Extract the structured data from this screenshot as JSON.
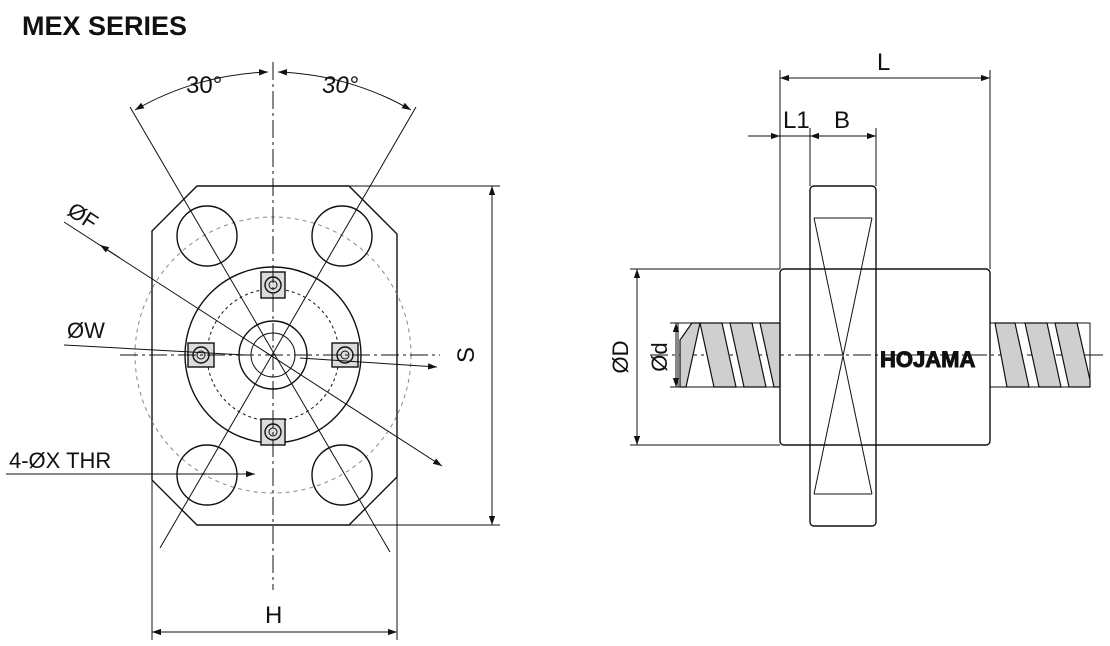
{
  "title": "MEX SERIES",
  "front_view": {
    "angle_left": "30°",
    "angle_right": "30°",
    "phi_f": "ØF",
    "phi_w": "ØW",
    "holes": "4-ØX  THR",
    "width_h": "H",
    "height_s": "S"
  },
  "side_view": {
    "length_l": "L",
    "l1": "L1",
    "b": "B",
    "phi_d_outer": "ØD",
    "phi_d_screw": "Ød",
    "brand": "HOJAMA"
  }
}
